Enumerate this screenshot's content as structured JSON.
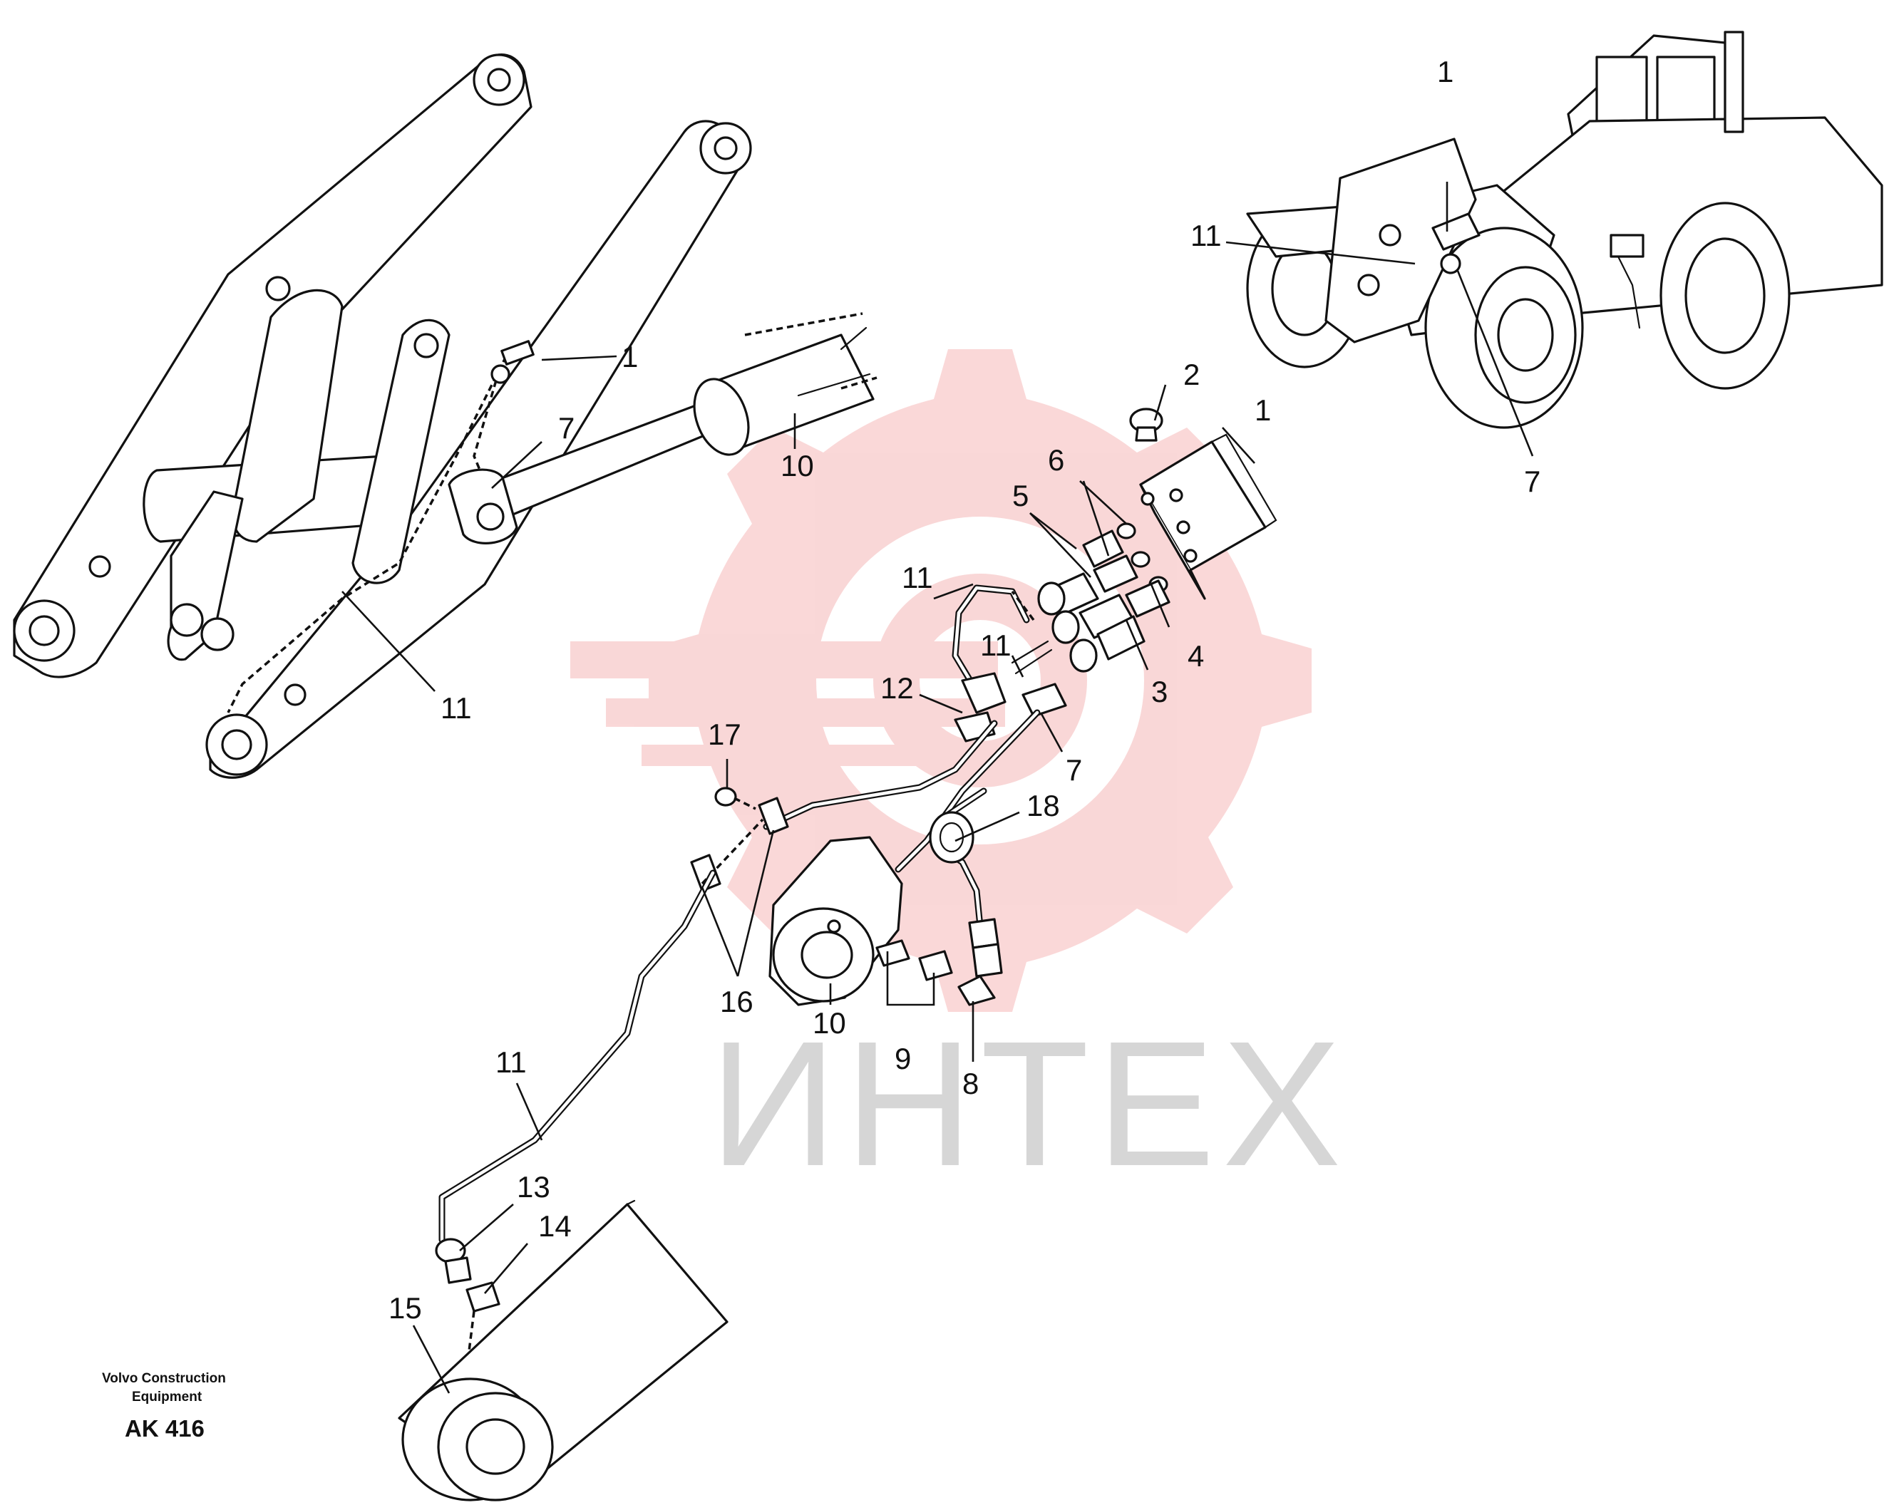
{
  "watermark": {
    "text": "ИНТЕХ",
    "color": "#f5b8b8"
  },
  "footer": {
    "brand_line1": "Volvo Construction",
    "brand_line2": "Equipment",
    "code": "AK 416"
  },
  "callouts": {
    "c1_arm": "1",
    "c7_arm": "7",
    "c10_arm": "10",
    "c11_arm": "11",
    "c1_loader": "1",
    "c11_loader": "11",
    "c7_loader": "7",
    "c2": "2",
    "c1_block": "1",
    "c6": "6",
    "c5": "5",
    "c11_upper": "11",
    "c11_mid": "11",
    "c4": "4",
    "c3": "3",
    "c12": "12",
    "c7_mid": "7",
    "c17": "17",
    "c18": "18",
    "c16": "16",
    "c10_cyl": "10",
    "c9": "9",
    "c8": "8",
    "c11_lower": "11",
    "c13": "13",
    "c14": "14",
    "c15": "15"
  }
}
